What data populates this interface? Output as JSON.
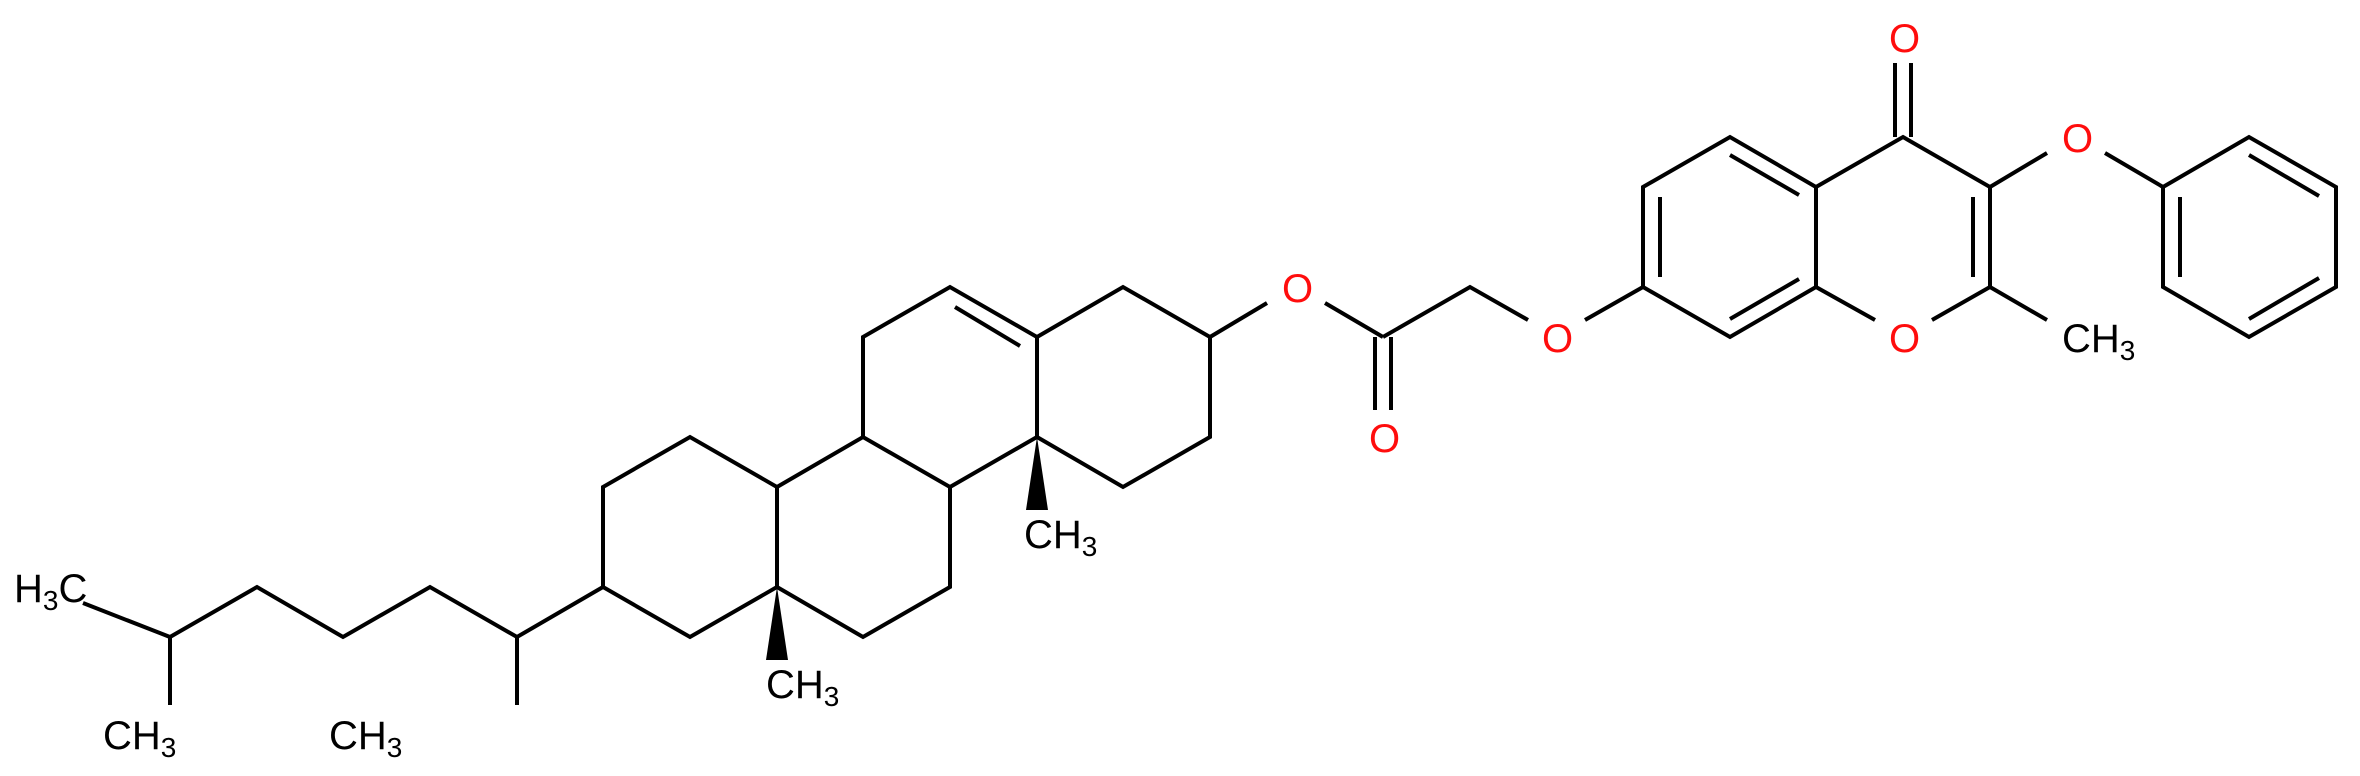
{
  "diagram": {
    "type": "chemical-structure",
    "colors": {
      "bond": "#000000",
      "oxygen": "#ff0d0d",
      "carbon_label": "#000000",
      "background": "#ffffff"
    },
    "labels": {
      "h3c_chain_end": {
        "main": "H",
        "sub": "3",
        "tail": "C"
      },
      "ch3_chain_branch_1": {
        "main": "CH",
        "sub": "3"
      },
      "ch3_chain_branch_2": {
        "main": "CH",
        "sub": "3"
      },
      "ch3_angular_1": {
        "main": "CH",
        "sub": "3"
      },
      "ch3_angular_2": {
        "main": "CH",
        "sub": "3"
      },
      "o_ester": "O",
      "o_carbonyl_ester": "O",
      "o_ether_link": "O",
      "o_chromone_ketone": "O",
      "o_chromone_ring": "O",
      "o_phenoxy": "O",
      "ch3_chromone": {
        "main": "CH",
        "sub": "3"
      }
    },
    "fragments": [
      "6-methylheptan-2-yl side chain",
      "tetracyclic steroid-like core with two angular methyls",
      "ester linkage",
      "oxyacetate linker",
      "2-methyl-3-phenoxy-chromen-4-one"
    ]
  }
}
